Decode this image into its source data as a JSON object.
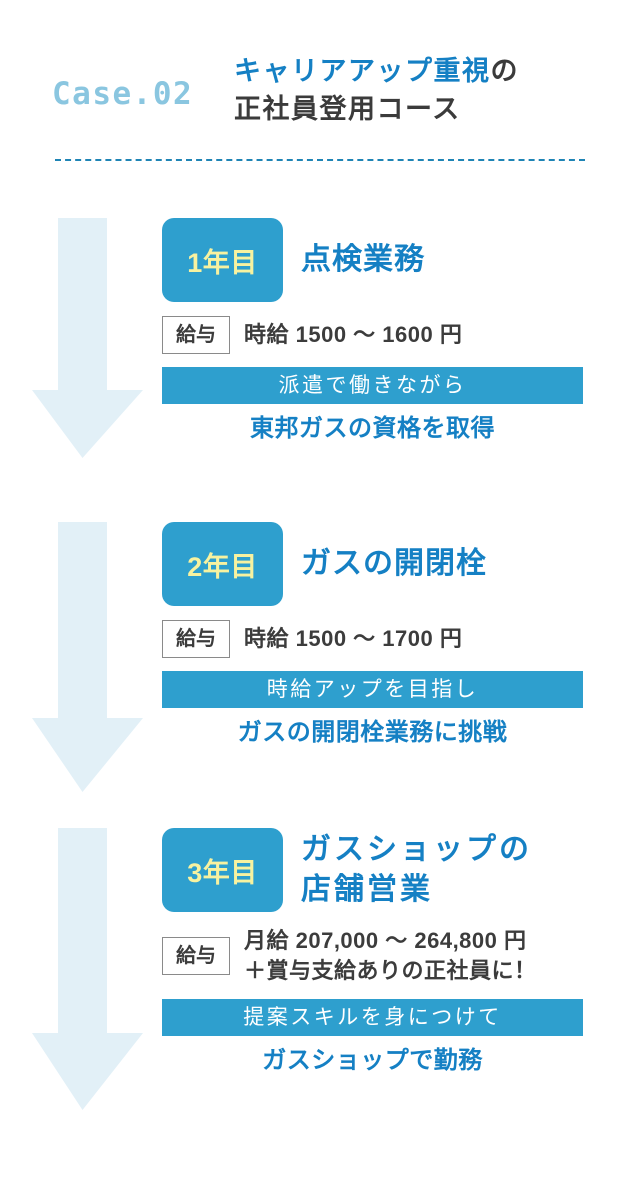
{
  "header": {
    "case_label": "Case.02",
    "title_line1_accent": "キャリアアップ重視",
    "title_line1_tail": "の",
    "title_line2": "正社員登用コース"
  },
  "steps": [
    {
      "badge": "1年目",
      "title": "点検業務",
      "salary_tag": "給与",
      "salary_value": "時給 1500 〜 1600 円",
      "caption_bar": "派遣で働きながら",
      "caption_sub": "東邦ガスの資格を取得"
    },
    {
      "badge": "2年目",
      "title": "ガスの開閉栓",
      "salary_tag": "給与",
      "salary_value": "時給 1500 〜 1700 円",
      "caption_bar": "時給アップを目指し",
      "caption_sub": "ガスの開閉栓業務に挑戦"
    },
    {
      "badge": "3年目",
      "title": "ガスショップの\n店舗営業",
      "salary_tag": "給与",
      "salary_value": "月給 207,000 〜 264,800 円\n＋賞与支給ありの正社員に！",
      "caption_bar": "提案スキルを身につけて",
      "caption_sub": "ガスショップで勤務"
    }
  ],
  "colors": {
    "accent_blue": "#1580C4",
    "bar_blue": "#2E9FCE",
    "badge_text_yellow": "#F7F2A0",
    "light_blue": "#8AC6E0",
    "arrow_fill": "#E2F0F7",
    "divider": "#1E84B5",
    "body_gray": "#3C3C3C"
  }
}
